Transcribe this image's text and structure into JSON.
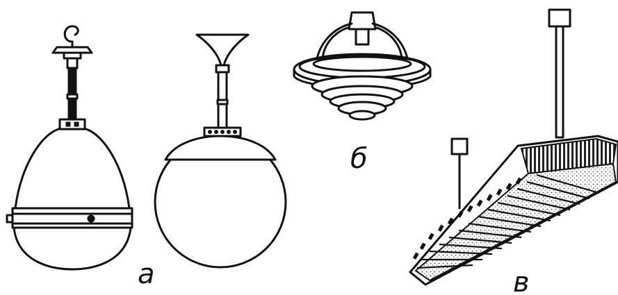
{
  "labels": {
    "a": "а",
    "b": "б",
    "c": "в"
  },
  "colors": {
    "ink": "#111111",
    "paper": "#ffffff"
  }
}
